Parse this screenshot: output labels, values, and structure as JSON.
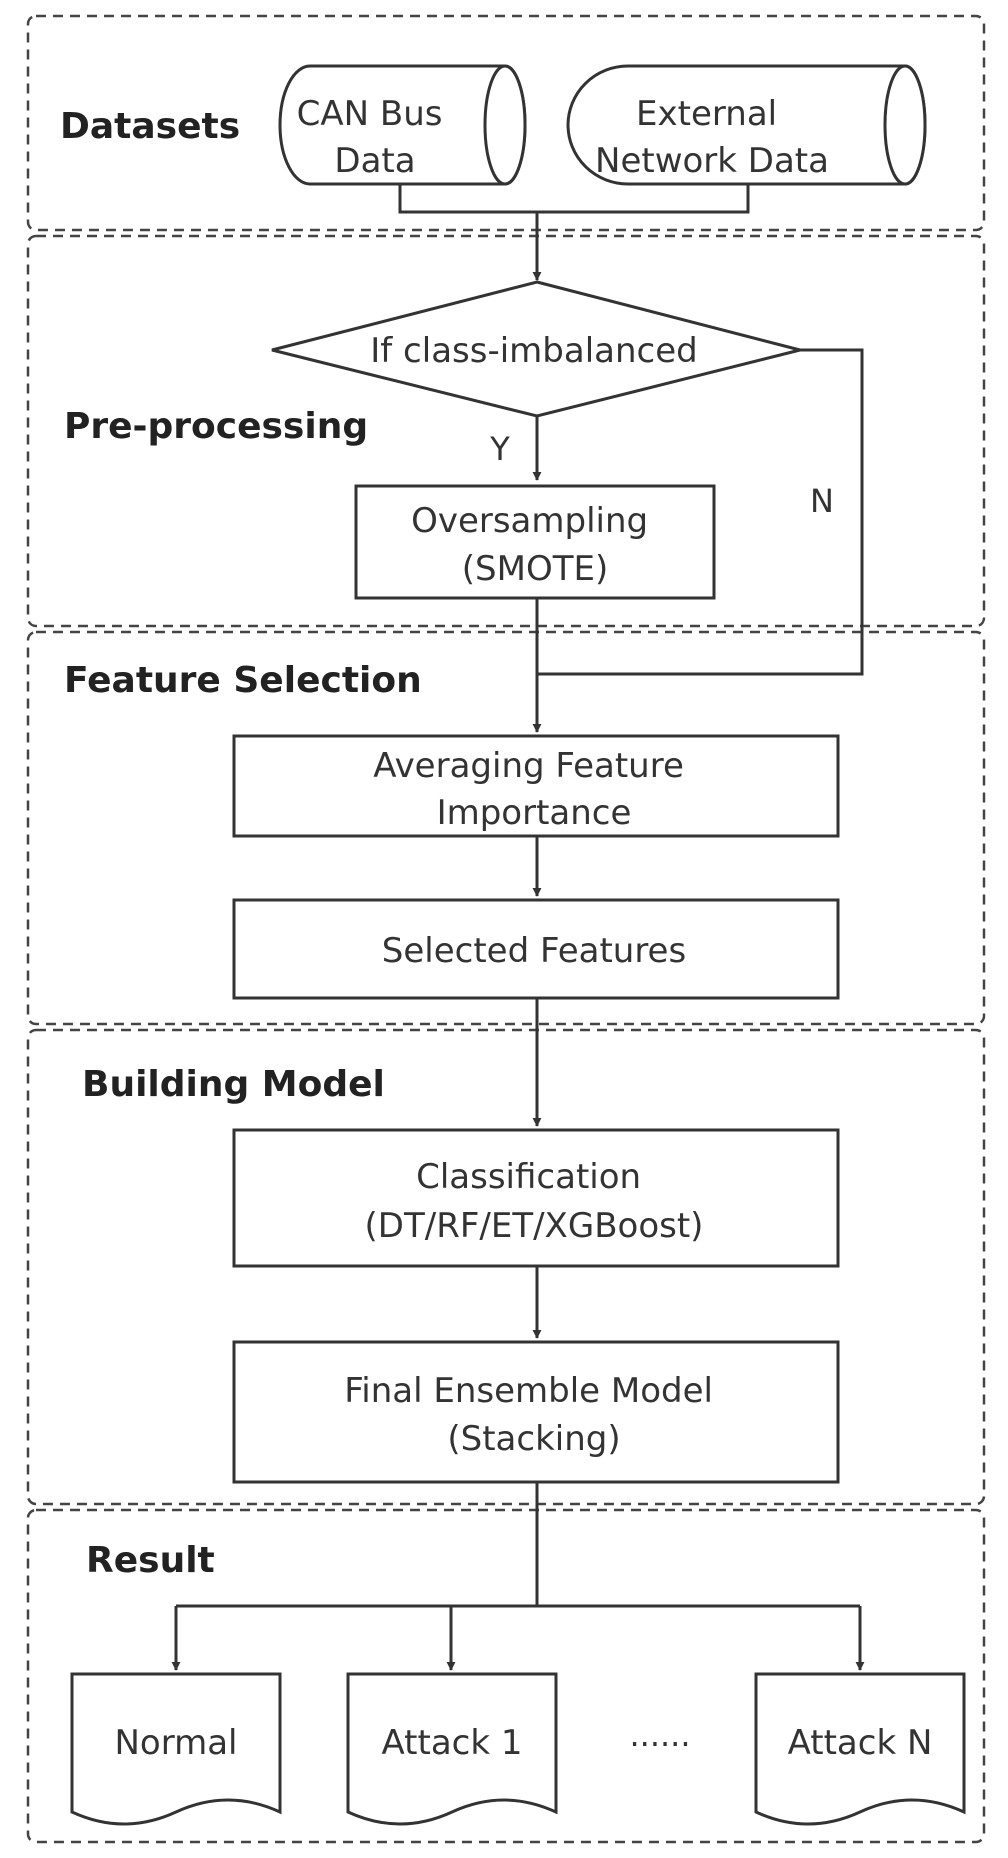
{
  "sections": {
    "datasets": "Datasets",
    "preprocessing": "Pre-processing",
    "feature_selection": "Feature Selection",
    "building_model": "Building Model",
    "result": "Result"
  },
  "datasets": {
    "can_bus": [
      "CAN Bus",
      "Data"
    ],
    "external": [
      "External",
      "Network Data"
    ]
  },
  "preprocessing": {
    "decision": "If class-imbalanced",
    "yes_label": "Y",
    "no_label": "N",
    "oversampling": [
      "Oversampling",
      "(SMOTE)"
    ]
  },
  "feature_selection": {
    "averaging": [
      "Averaging Feature",
      "Importance"
    ],
    "selected": "Selected Features"
  },
  "building_model": {
    "classification": [
      "Classification",
      "(DT/RF/ET/XGBoost)"
    ],
    "ensemble": [
      "Final Ensemble Model",
      "(Stacking)"
    ]
  },
  "result": {
    "normal": "Normal",
    "attack1": "Attack 1",
    "ellipsis": "......",
    "attackN": "Attack N"
  }
}
